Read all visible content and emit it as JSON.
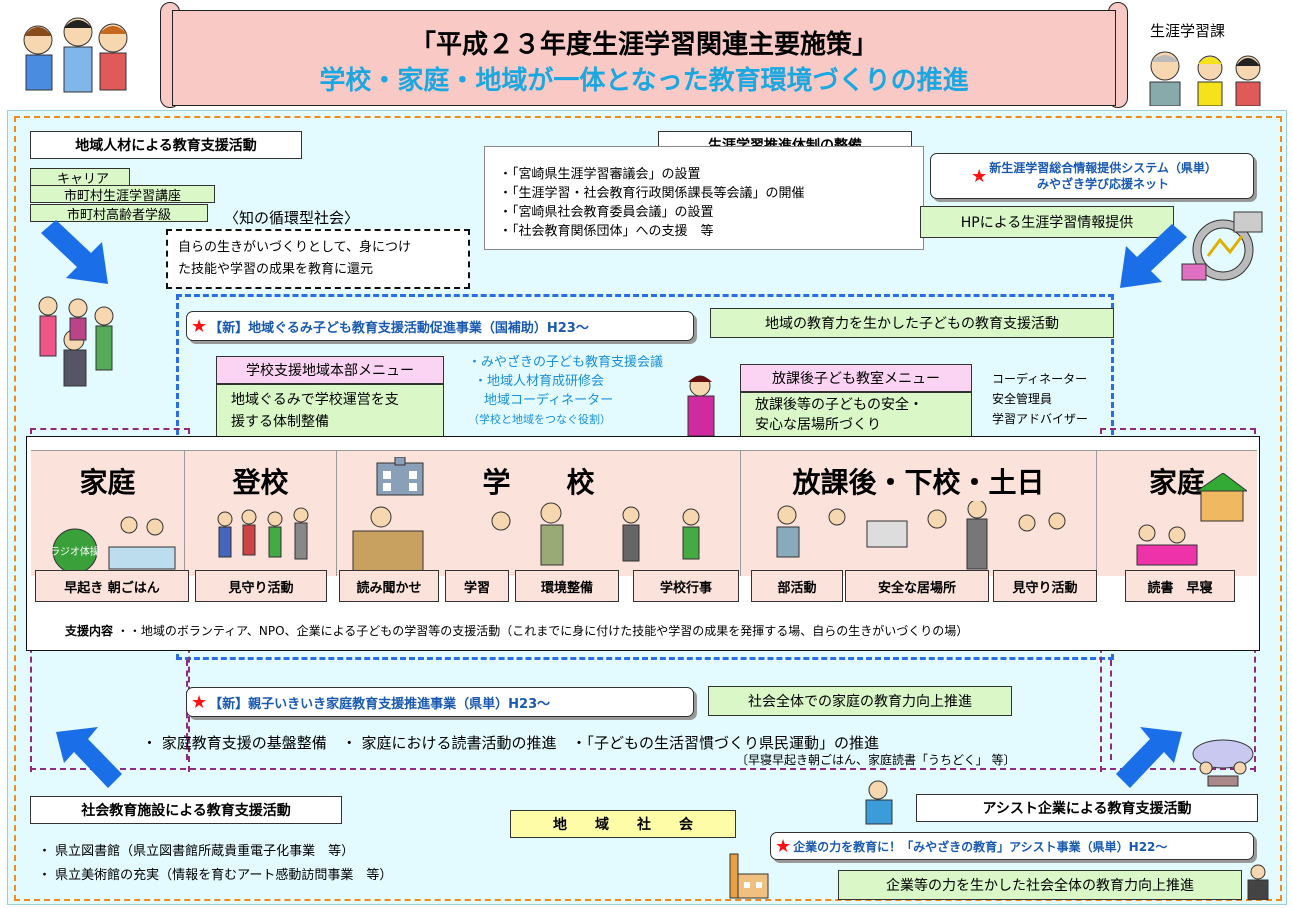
{
  "header": {
    "title_line1": "「平成２３年度生涯学習関連主要施策」",
    "title_line2": "学校・家庭・地域が一体となった教育環境づくりの推進",
    "department": "生涯学習課"
  },
  "community_talent": {
    "heading": "地域人材による教育支援活動",
    "items": [
      "キャリア",
      "市町村生涯学習講座",
      "市町村高齢者学級"
    ]
  },
  "knowledge_cycle": {
    "label": "〈知の循環型社会〉",
    "text_line1": "自らの生きがいづくりとして、身につけ",
    "text_line2": "た技能や学習の成果を教育に還元"
  },
  "lifelong_system": {
    "heading": "生涯学習推進体制の整備",
    "items": [
      "・「宮崎県生涯学習審議会」の設置",
      "・「生涯学習・社会教育行政関係課長等会議」の開催",
      "・「宮崎県社会教育委員会議」の設置",
      "・「社会教育関係団体」への支援　等"
    ]
  },
  "info_system": {
    "line1": "新生涯学習総合情報提供システム（県単）",
    "line2": "みやざき学び応援ネット",
    "hp": "HPによる生涯学習情報提供"
  },
  "community_project": {
    "pill": "【新】地域ぐるみ子ども教育支援活動促進事業（国補助）H23～",
    "side": "地域の教育力を生かした子どもの教育支援活動",
    "school_menu": "学校支援地域本部メニュー",
    "school_text_line1": "地域ぐるみで学校運営を支",
    "school_text_line2": "援する体制整備",
    "center_line1": "・みやざきの子ども教育支援会議",
    "center_line2": "・地域人材育成研修会",
    "center_line3": "地域コーディネーター",
    "center_line4": "（学校と地域をつなぐ役割）",
    "after_menu": "放課後子ども教室メニュー",
    "after_text_line1": "放課後等の子どもの安全・",
    "after_text_line2": "安心な居場所づくり",
    "staff": [
      "コーディネーター",
      "安全管理員",
      "学習アドバイザー"
    ]
  },
  "timeline": {
    "headers": [
      "家庭",
      "登校",
      "学　　校",
      "放課後・下校・土日",
      "家庭"
    ],
    "radio_badge": "ラジオ体操",
    "activities": [
      "早起き 朝ごはん",
      "見守り活動",
      "読み聞かせ",
      "学習",
      "環境整備",
      "学校行事",
      "部活動",
      "安全な居場所",
      "見守り活動",
      "読書　早寝"
    ],
    "support_label": "支援内容",
    "support_text": "・・地域のボランティア、NPO、企業による子どもの学習等の支援活動（これまでに身に付けた技能や学習の成果を発揮する場、自らの生きがいづくりの場）"
  },
  "family_project": {
    "pill": "【新】親子いきいき家庭教育支援推進事業（県単）H23～",
    "side": "社会全体での家庭の教育力向上推進",
    "items_line": "・ 家庭教育支援の基盤整備　・ 家庭における読書活動の推進　・「子どもの生活習慣づくり県民運動」の推進",
    "sub": "〔早寝早起き朝ごはん、家庭読書「うちどく」 等〕"
  },
  "social_facilities": {
    "heading": "社会教育施設による教育支援活動",
    "items": [
      "・ 県立図書館（県立図書館所蔵貴重電子化事業　等）",
      "・ 県立美術館の充実（情報を育むアート感動訪問事業　等）"
    ]
  },
  "community_label": "地　　域　　社　　会",
  "assist": {
    "heading": "アシスト企業による教育支援活動",
    "pill": "企業の力を教育に！「みやざきの教育」アシスト事業（県単）H22～",
    "side": "企業等の力を生かした社会全体の教育力向上推進"
  },
  "colors": {
    "banner": "#f9c9c6",
    "title2": "#1ba7e0",
    "panel": "#e3fbff",
    "orange_border": "#f08a1c",
    "blue_dash": "#2a6ee6",
    "purple_dash": "#8e2a80",
    "green_box": "#d9f7c7",
    "pink_box": "#fbd3f3",
    "timeline_head": "#fbe2da",
    "arrow": "#1a6ee8",
    "star": "#ff1111"
  }
}
